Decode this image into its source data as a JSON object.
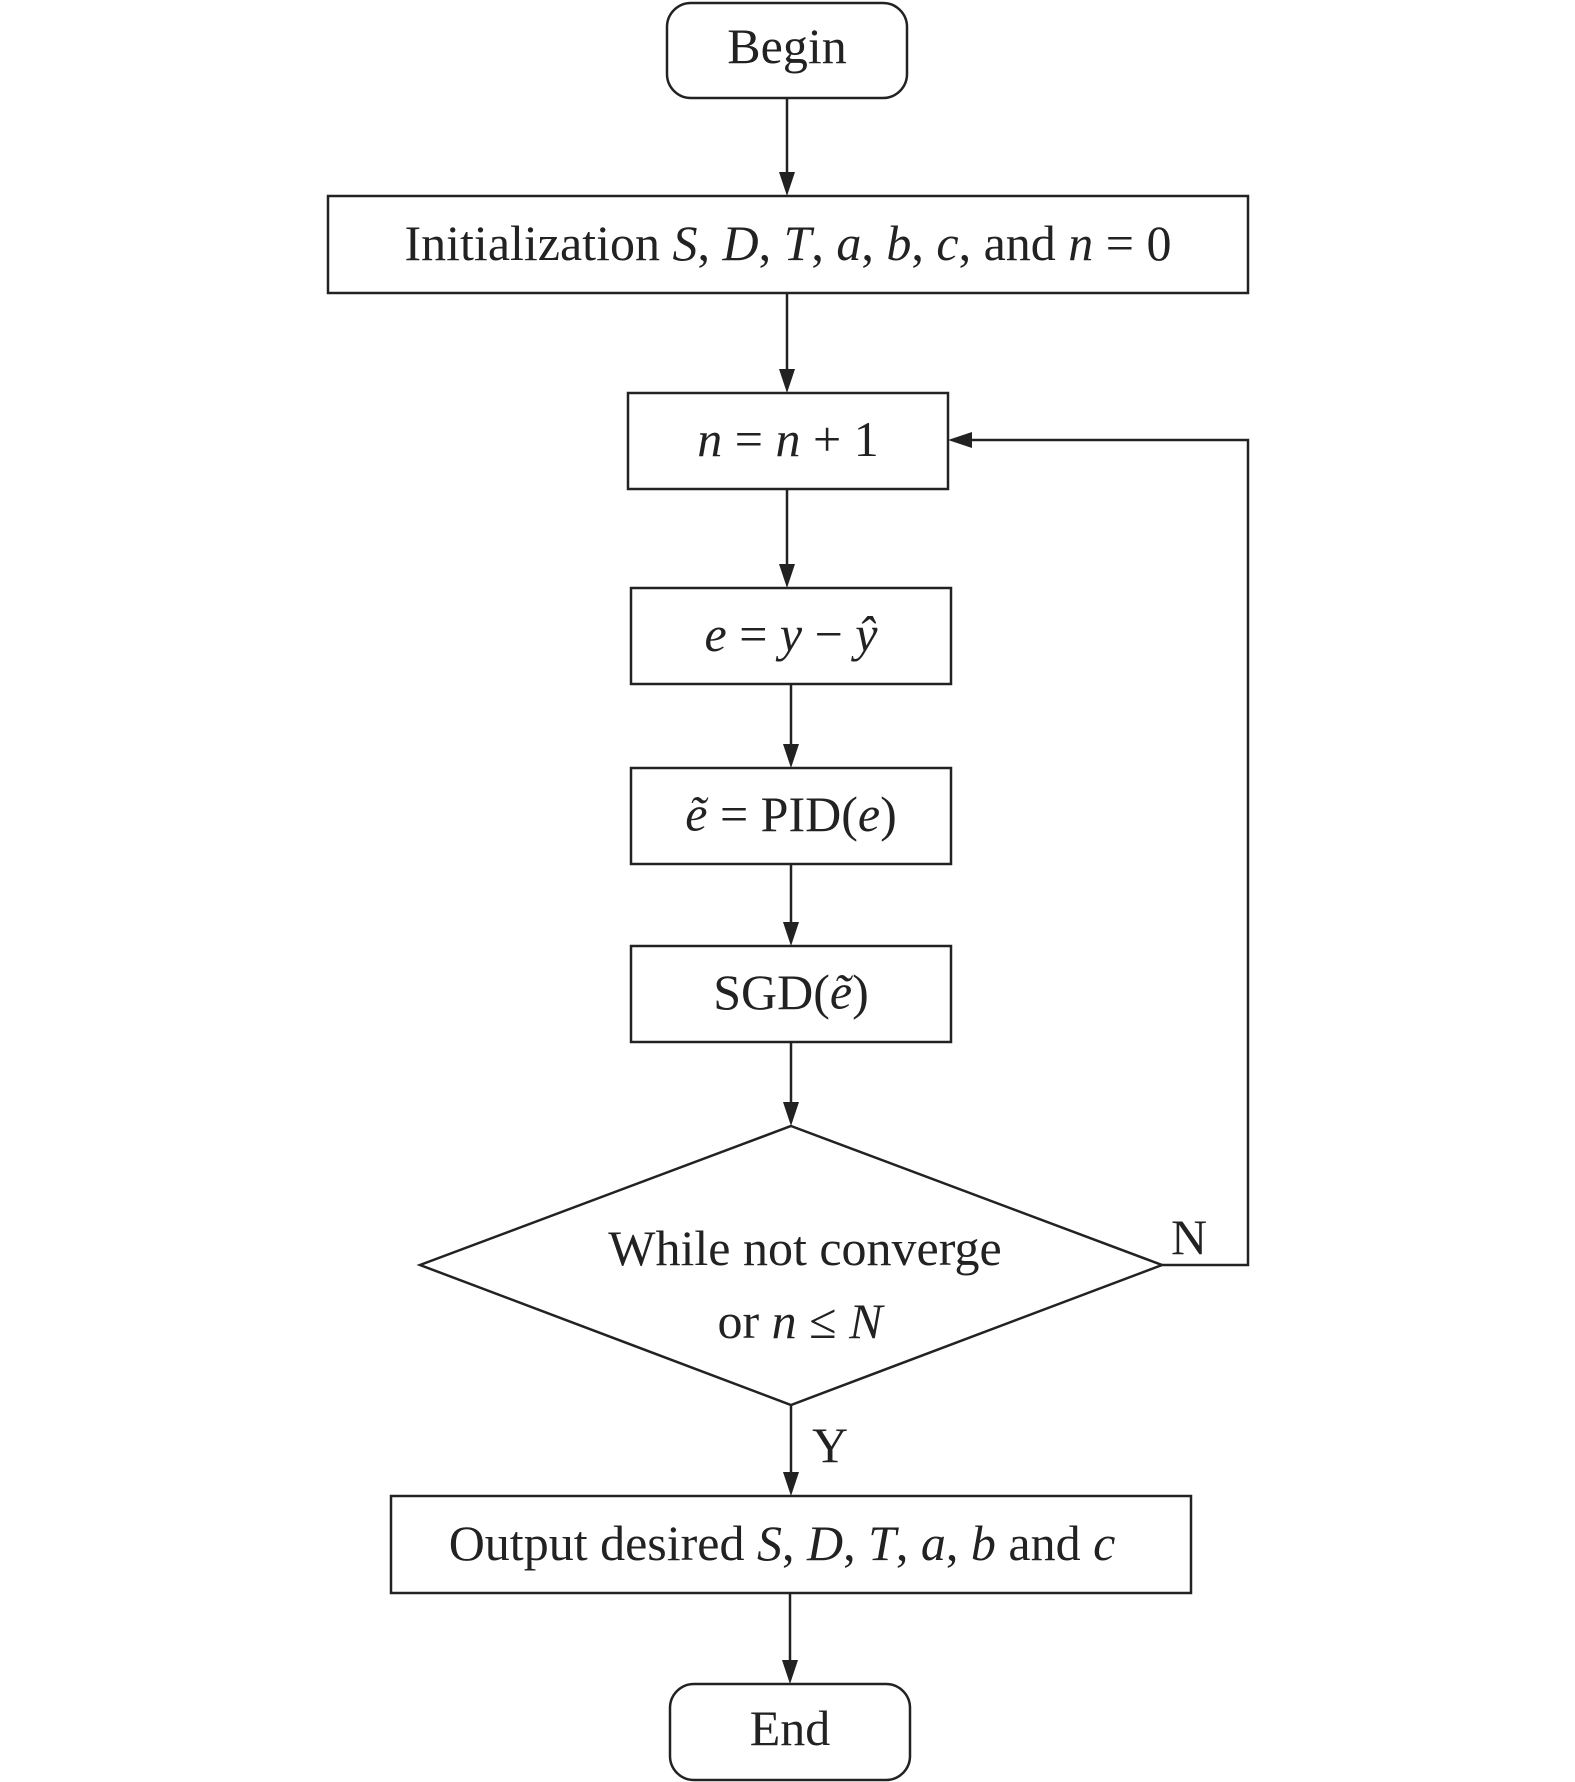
{
  "nodes": {
    "begin": {
      "text": "Begin"
    },
    "init": {
      "parts": [
        "Initialization ",
        "S",
        ", ",
        "D",
        ", ",
        "T",
        ", ",
        "a",
        ", ",
        "b",
        ", ",
        "c",
        ", and ",
        "n",
        " = 0"
      ]
    },
    "increment": {
      "parts": [
        "n",
        " = ",
        "n",
        " + 1"
      ]
    },
    "error": {
      "parts": [
        "e",
        " = ",
        "y",
        " − ",
        "ŷ"
      ]
    },
    "pid": {
      "parts": [
        "ẽ",
        " = PID(",
        "e",
        ")"
      ]
    },
    "sgd": {
      "parts": [
        "SGD(",
        "ẽ",
        ")"
      ]
    },
    "decision": {
      "line1": "While not converge",
      "line2_parts": [
        "or ",
        "n",
        " ≤ ",
        "N"
      ]
    },
    "output": {
      "parts": [
        "Output desired ",
        "S",
        ", ",
        "D",
        ", ",
        "T",
        ", ",
        "a",
        ", ",
        "b",
        " and ",
        "c"
      ]
    },
    "end": {
      "text": "End"
    }
  },
  "edge_labels": {
    "no": "N",
    "yes": "Y"
  }
}
